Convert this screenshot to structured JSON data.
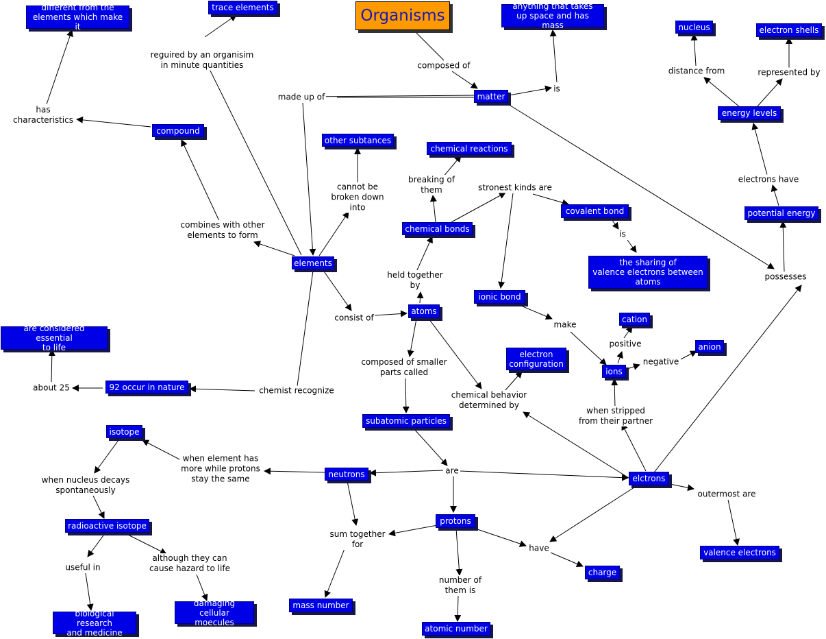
{
  "root": {
    "label": "Organisms"
  },
  "concepts": {
    "diff_elements": "different from the\nelements which make it",
    "trace_elements": "trace elements",
    "space_mass": "anything that takes\nup space and has mass",
    "nucleus": "nucleus",
    "electron_shells": "electron shells",
    "matter": "matter",
    "compound": "compound",
    "energy_levels": "energy levels",
    "other_subtances": "other subtances",
    "chemical_reactions": "chemical reactions",
    "covalent_bond": "covalent bond",
    "potential_energy": "potential energy",
    "chemical_bonds": "chemical bonds",
    "sharing_valence": "the sharing of\nvalence electrons between\natoms",
    "elements": "elements",
    "ionic_bond": "ionic bond",
    "atoms": "atoms",
    "cation": "cation",
    "essential_life": "are considered essential\nto life",
    "anion": "anion",
    "electron_configuration": "electron\nconfiguration",
    "ions": "ions",
    "nature_92": "92 occur in nature",
    "subatomic_particles": "subatomic particles",
    "isotope": "isotope",
    "neutrons": "neutrons",
    "elctrons": "elctrons",
    "protons": "protons",
    "radioactive_isotope": "radioactive isotope",
    "valence_electrons": "valence electrons",
    "charge": "charge",
    "mass_number": "mass number",
    "bio_research": "biological research\nand medicine",
    "damaging_cellular": "damaging cellular\nmoecules",
    "atomic_number": "atomic number"
  },
  "phrases": {
    "composed_of": "composed of",
    "required_minute": "reguired by an organisim\nin minute quantities",
    "is_matter": "is",
    "made_up_of": "made up of",
    "has_characteristics": "has\ncharacteristics",
    "distance_from": "distance from",
    "represented_by": "represented by",
    "breaking_them": "breaking of\nthem",
    "stronest_kinds": "stronest kinds are",
    "cannot_broken": "cannot be\nbroken down\ninto",
    "electrons_have": "electrons have",
    "combines_with": "combines with other\nelements to form",
    "is_covalent": "is",
    "held_together": "held together\nby",
    "possesses": "possesses",
    "consist_of": "consist of",
    "make": "make",
    "positive": "positive",
    "negative": "negative",
    "composed_smaller": "composed of smaller\nparts called",
    "chemical_behavior": "chemical behavior\ndetermined by",
    "about_25": "about 25",
    "chemist_recognize": "chemist recognize",
    "stripped_partner": "when stripped\nfrom their partner",
    "when_element_has": "when element has\nmore while protons\nstay the same",
    "are": "are",
    "nucleus_decays": "when nucleus decays\nspontaneously",
    "outermost_are": "outermost are",
    "sum_together": "sum together\nfor",
    "have": "have",
    "useful_in": "useful in",
    "although_hazard": "although they can\ncause hazard to life",
    "number_of_them": "number of\nthem is"
  }
}
